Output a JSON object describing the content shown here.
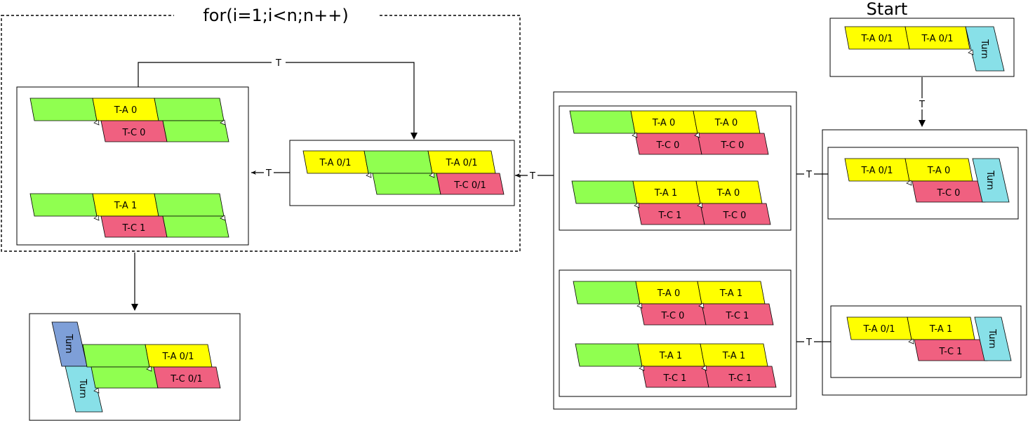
{
  "loop_label": "for(i=1;i<n;n++)",
  "start_label": "Start",
  "edge_label": "T",
  "colors": {
    "yellow": "#ffff00",
    "pink": "#f06080",
    "green": "#90ff50",
    "cyan": "#88e0e8",
    "blue": "#7e9fd8"
  },
  "cells": {
    "ta01": "T-A 0/1",
    "ta0": "T-A 0",
    "ta1": "T-A 1",
    "tc0": "T-C 0",
    "tc1": "T-C 1",
    "tc01": "T-C 0/1",
    "turn": "Turn"
  }
}
